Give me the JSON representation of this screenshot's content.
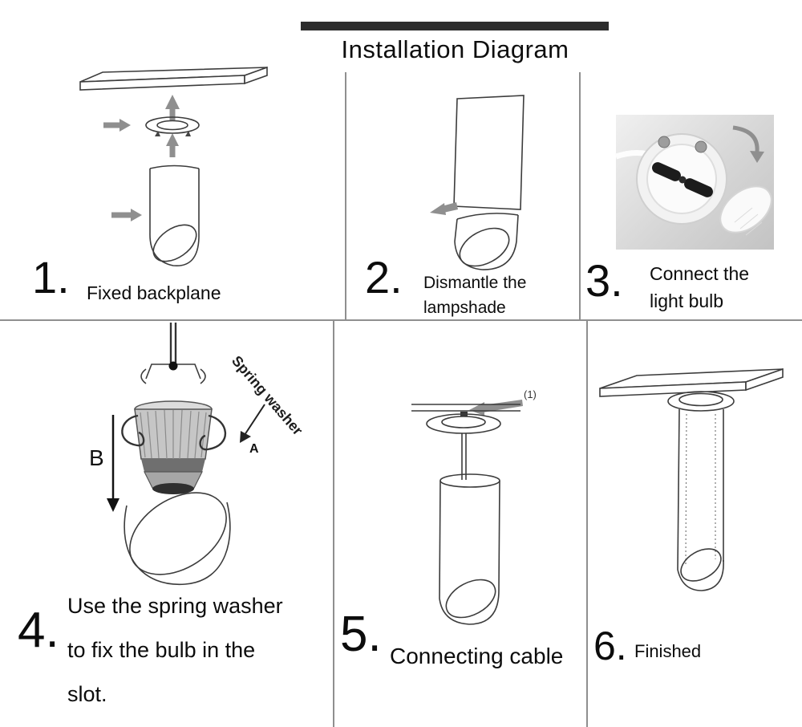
{
  "title": "Installation Diagram",
  "steps": {
    "step1": {
      "number": "1.",
      "label": "Fixed backplane"
    },
    "step2": {
      "number": "2.",
      "line1": "Dismantle the",
      "line2": "lampshade"
    },
    "step3": {
      "number": "3.",
      "line1": "Connect the",
      "line2": "light bulb"
    },
    "step4": {
      "number": "4.",
      "line1": "Use the spring washer",
      "line2": "to fix the bulb in the",
      "line3": "slot."
    },
    "step5": {
      "number": "5.",
      "label": "Connecting cable"
    },
    "step6": {
      "number": "6.",
      "label": "Finished"
    }
  },
  "annotations": {
    "spring_washer": "Spring washer",
    "point_a": "A",
    "point_b": "B",
    "cable_ref": "(1)"
  },
  "colors": {
    "title_bar": "#2d2d2d",
    "line_ink": "#3c3c3c",
    "arrow_gray": "#8f8f8f"
  }
}
